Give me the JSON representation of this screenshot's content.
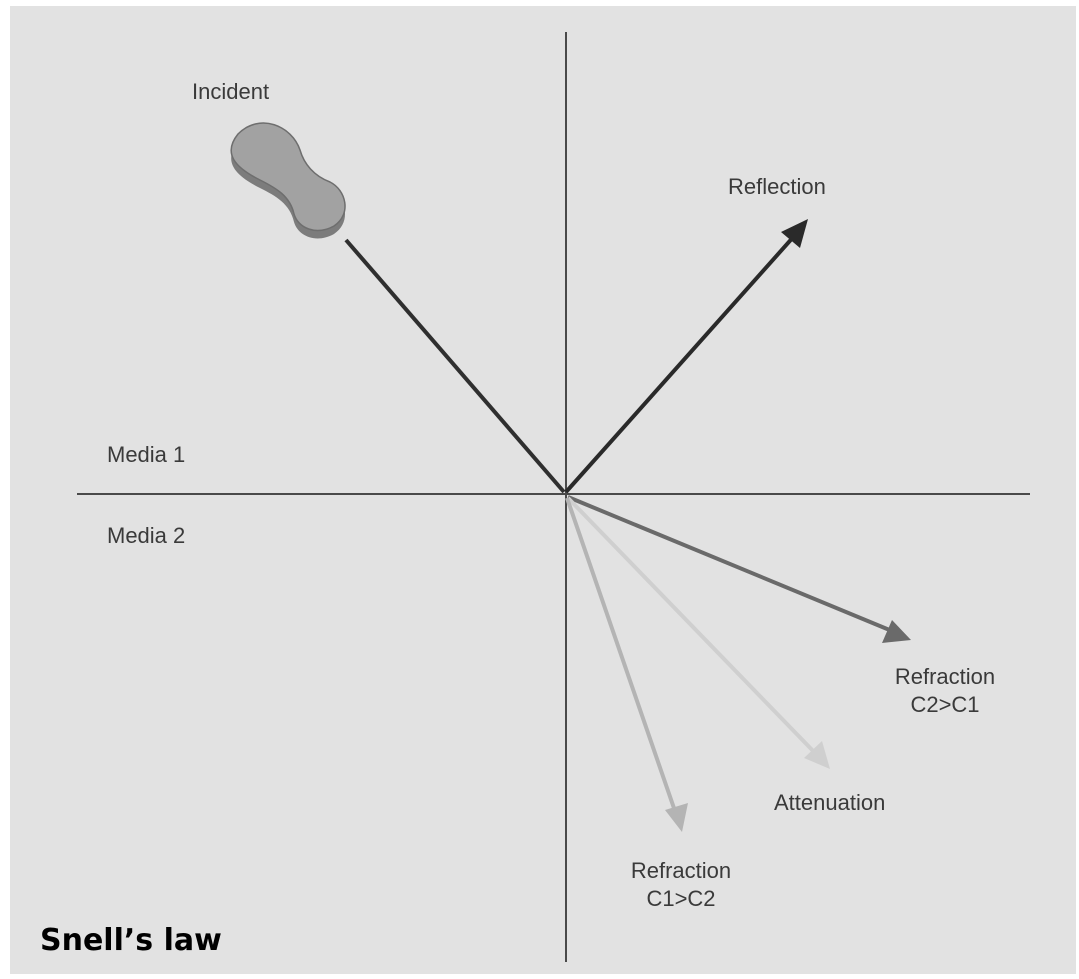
{
  "labels": {
    "incident": "Incident",
    "reflection": "Reflection",
    "media1": "Media 1",
    "media2": "Media 2",
    "refraction_c2_line1": "Refraction",
    "refraction_c2_line2": "C2>C1",
    "attenuation": "Attenuation",
    "refraction_c1_line1": "Refraction",
    "refraction_c1_line2": "C1>C2"
  },
  "caption": "Snell’s law",
  "colors": {
    "background": "#e2e2e2",
    "axis": "#4a4a4a",
    "incident_ray": "#2f2f2f",
    "reflection_ray": "#2a2a2a",
    "refraction_c2_ray": "#6a6a6a",
    "attenuation_ray": "#cfcfcf",
    "refraction_c1_ray": "#b4b4b4",
    "transducer": "#9b9b9b"
  },
  "icons": {
    "incident_source": "transducer-probe-icon"
  }
}
